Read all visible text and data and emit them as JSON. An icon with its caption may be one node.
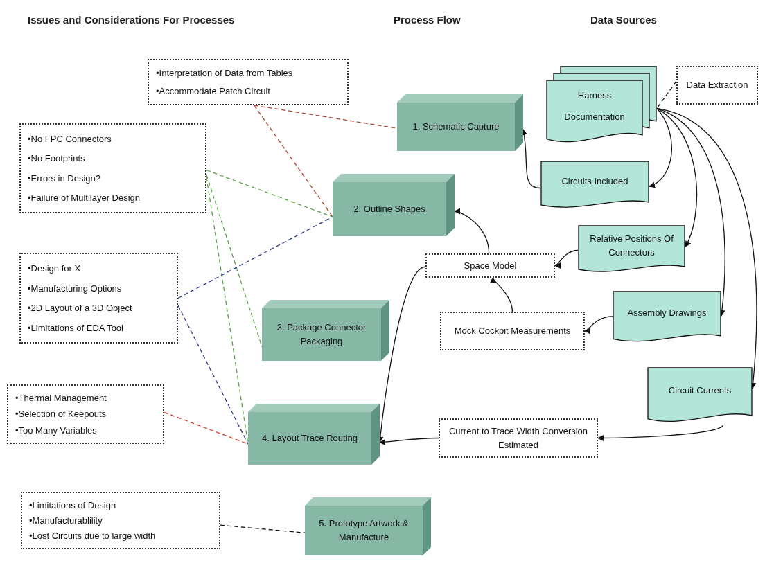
{
  "diagram": {
    "nodes": [
      {
        "text": [
          "•Interpretation of Data from Tables",
          "•Accommodate Patch Circuit"
        ]
      },
      {
        "text": [
          "•No FPC Connectors",
          "•No Footprints",
          "•Errors in Design?",
          "•Failure of Multilayer Design"
        ]
      },
      {
        "text": [
          "•Design for X",
          "•Manufacturing Options",
          "•2D Layout of a 3D Object",
          "•Limitations of EDA Tool"
        ]
      },
      {
        "text": [
          "•Thermal Management",
          "•Selection of Keepouts",
          "•Too Many Variables"
        ]
      },
      {
        "text": [
          "•Limitations of Design",
          "•Manufacturablility",
          "•Lost Circuits due to large width"
        ]
      },
      {
        "text": [
          "1. Schematic Capture"
        ]
      },
      {
        "text": [
          "2. Outline Shapes"
        ]
      },
      {
        "text": [
          "3. Package Connector Packaging"
        ]
      },
      {
        "text": [
          "4. Layout Trace Routing"
        ]
      },
      {
        "text": [
          "5. Prototype Artwork & Manufacture"
        ]
      },
      {
        "text": [
          "Harness Documentation"
        ]
      },
      {
        "text": [
          "Data Extraction"
        ]
      },
      {
        "text": [
          "Circuits Included"
        ]
      },
      {
        "text": [
          "Relative Positions Of Connectors"
        ]
      },
      {
        "text": [
          "Space Model"
        ]
      },
      {
        "text": [
          "Assembly Drawings"
        ]
      },
      {
        "text": [
          "Mock Cockpit Measurements"
        ]
      },
      {
        "text": [
          "Circuit Currents"
        ]
      },
      {
        "text": [
          "Current to Trace Width Conversion Estimated"
        ]
      }
    ],
    "edges": [
      {
        "from": 0,
        "to": 5,
        "arrow": "none",
        "style": "dashed",
        "color": "#a8452e"
      },
      {
        "from": 0,
        "to": 6,
        "arrow": "none",
        "style": "dashed",
        "color": "#a8452e"
      },
      {
        "from": 1,
        "to": 6,
        "arrow": "none",
        "style": "dashed",
        "color": "#5aa048"
      },
      {
        "from": 1,
        "to": 7,
        "arrow": "none",
        "style": "dashed",
        "color": "#5aa048"
      },
      {
        "from": 1,
        "to": 8,
        "arrow": "none",
        "style": "dashed",
        "color": "#5aa048"
      },
      {
        "from": 2,
        "to": 6,
        "arrow": "none",
        "style": "dashed",
        "color": "#2a3c8c"
      },
      {
        "from": 2,
        "to": 8,
        "arrow": "none",
        "style": "dashed",
        "color": "#2a3c8c"
      },
      {
        "from": 3,
        "to": 8,
        "arrow": "none",
        "style": "dashed",
        "color": "#e0402c"
      },
      {
        "from": 4,
        "to": 9,
        "arrow": "none",
        "style": "dashed"
      },
      {
        "from": 11,
        "to": 10,
        "arrow": "none",
        "style": "dashed"
      },
      {
        "from": 10,
        "to": 12,
        "arrow": "to"
      },
      {
        "from": 10,
        "to": 13,
        "arrow": "to"
      },
      {
        "from": 10,
        "to": 15,
        "arrow": "to"
      },
      {
        "from": 10,
        "to": 17,
        "arrow": "to"
      },
      {
        "from": 12,
        "to": 5,
        "arrow": "to"
      },
      {
        "from": 13,
        "to": 14,
        "arrow": "to"
      },
      {
        "from": 15,
        "to": 16,
        "arrow": "to"
      },
      {
        "from": 16,
        "to": 14,
        "arrow": "to"
      },
      {
        "from": 14,
        "to": 6,
        "arrow": "to"
      },
      {
        "from": 14,
        "to": 8,
        "arrow": "to"
      },
      {
        "from": 17,
        "to": 18,
        "arrow": "to"
      },
      {
        "from": 18,
        "to": 8,
        "arrow": "to"
      }
    ],
    "labels": [
      "Issues and Considerations For Processes",
      "Process Flow",
      "Data Sources"
    ]
  }
}
